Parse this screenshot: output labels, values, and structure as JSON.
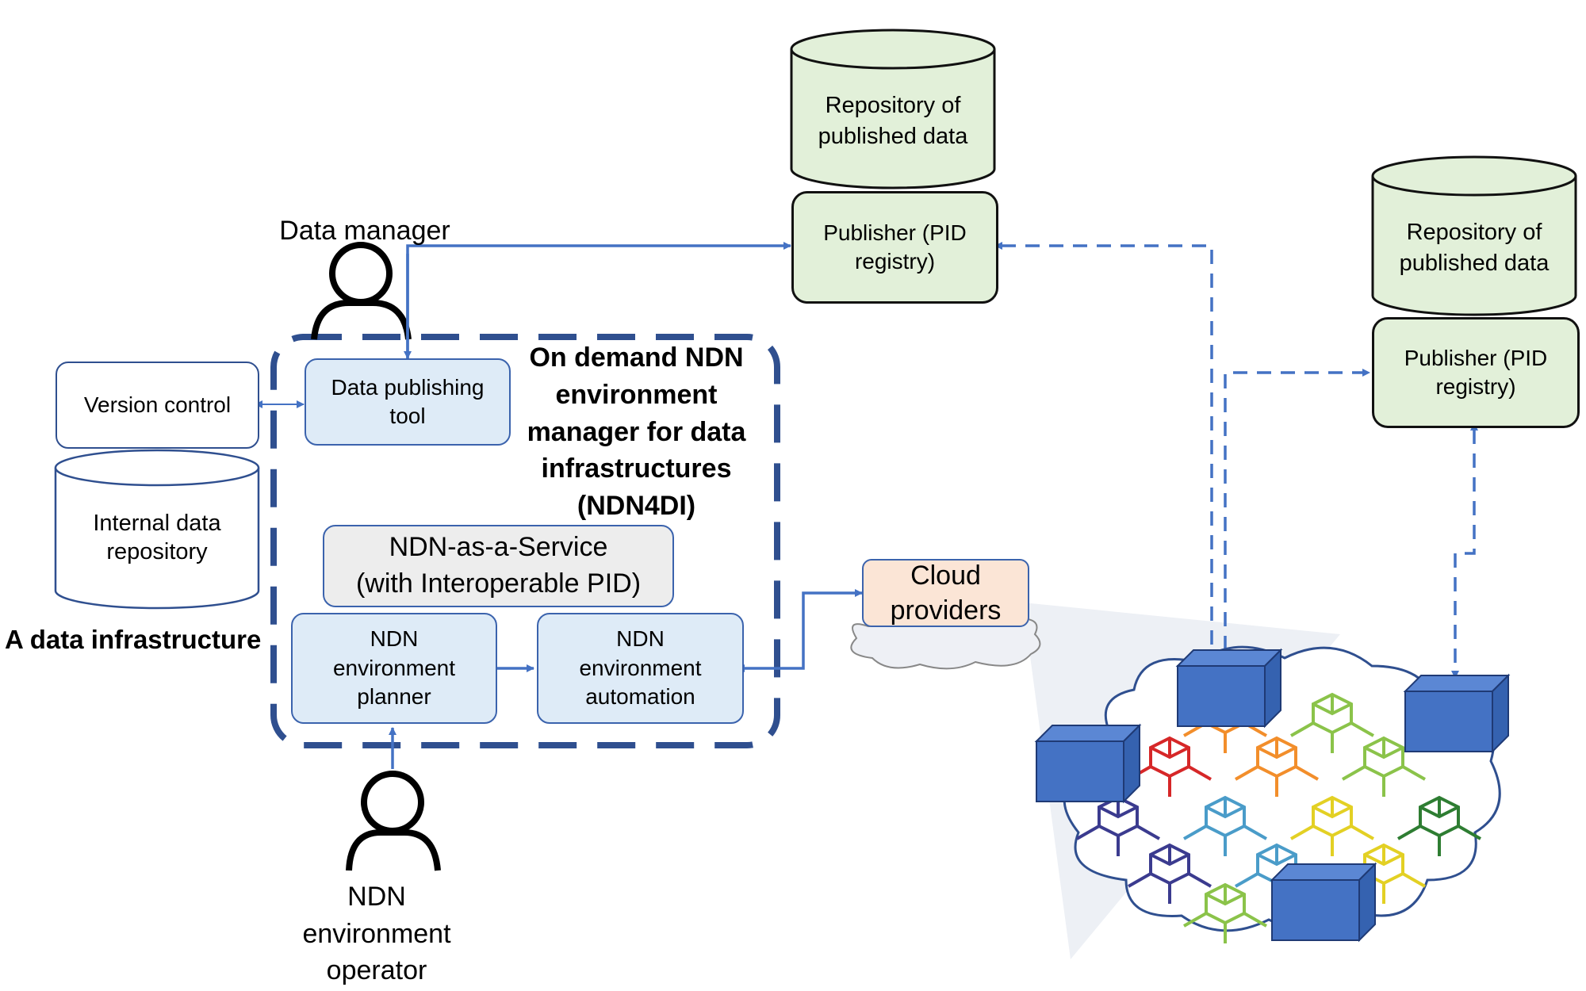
{
  "diagram": {
    "data_infrastructure": {
      "label": "A data infrastructure",
      "version_control": "Version control",
      "internal_repo": {
        "line1": "Internal data",
        "line2": "repository"
      }
    },
    "ndn4di": {
      "title": {
        "line1": "On demand NDN",
        "line2": "environment",
        "line3": "manager for data",
        "line4": "infrastructures",
        "line5": "(NDN4DI)"
      },
      "data_publishing_tool": {
        "line1": "Data publishing",
        "line2": "tool"
      },
      "ndnaas": {
        "line1": "NDN-as-a-Service",
        "line2": "(with Interoperable PID)"
      },
      "planner": {
        "line1": "NDN",
        "line2": "environment",
        "line3": "planner"
      },
      "automation": {
        "line1": "NDN",
        "line2": "environment",
        "line3": "automation"
      }
    },
    "actors": {
      "data_manager": "Data manager",
      "operator": {
        "line1": "NDN",
        "line2": "environment",
        "line3": "operator"
      }
    },
    "publishers": [
      {
        "repository": {
          "line1": "Repository of",
          "line2": "published data"
        },
        "publisher": {
          "line1": "Publisher (PID",
          "line2": "registry)"
        }
      },
      {
        "repository": {
          "line1": "Repository of",
          "line2": "published data"
        },
        "publisher": {
          "line1": "Publisher (PID",
          "line2": "registry)"
        }
      }
    ],
    "cloud_providers": {
      "line1": "Cloud",
      "line2": "providers"
    },
    "colors": {
      "arrow_blue": "#4472c4",
      "frame_navy": "#2f4f8f",
      "node_blue": "#4472c4",
      "green_fill": "#e2f0d9",
      "light_blue_fill": "#deebf7"
    }
  }
}
